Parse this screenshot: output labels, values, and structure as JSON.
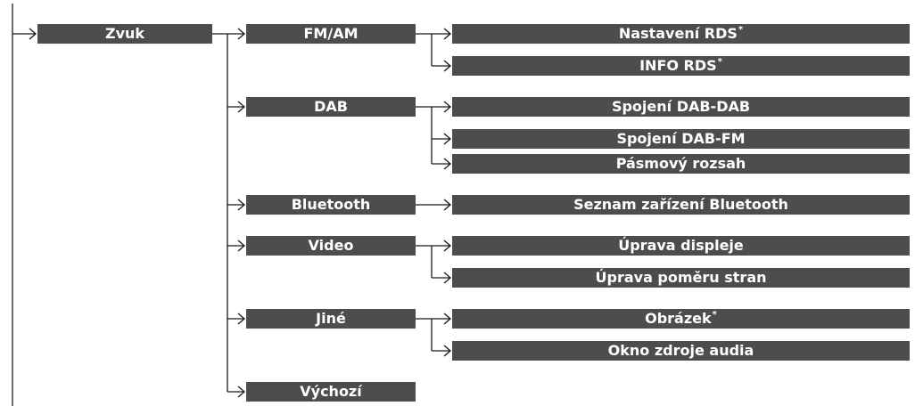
{
  "root": {
    "label": "Zvuk"
  },
  "groups": [
    {
      "label": "FM/AM",
      "children": [
        {
          "label": "Nastavení RDS",
          "note": "*"
        },
        {
          "label": "INFO RDS",
          "note": "*"
        }
      ]
    },
    {
      "label": "DAB",
      "children": [
        {
          "label": "Spojení DAB-DAB"
        },
        {
          "label": "Spojení DAB-FM"
        },
        {
          "label": "Pásmový rozsah"
        }
      ]
    },
    {
      "label": "Bluetooth",
      "children": [
        {
          "label": "Seznam zařízení Bluetooth"
        }
      ]
    },
    {
      "label": "Video",
      "children": [
        {
          "label": "Úprava displeje"
        },
        {
          "label": "Úprava poměru stran"
        }
      ]
    },
    {
      "label": "Jiné",
      "children": [
        {
          "label": "Obrázek",
          "note": "*"
        },
        {
          "label": "Okno zdroje audia"
        }
      ]
    },
    {
      "label": "Výchozí",
      "children": []
    }
  ],
  "colors": {
    "box": "#4d4d4d",
    "box_text": "#ffffff",
    "line": "#1a1a1a"
  }
}
